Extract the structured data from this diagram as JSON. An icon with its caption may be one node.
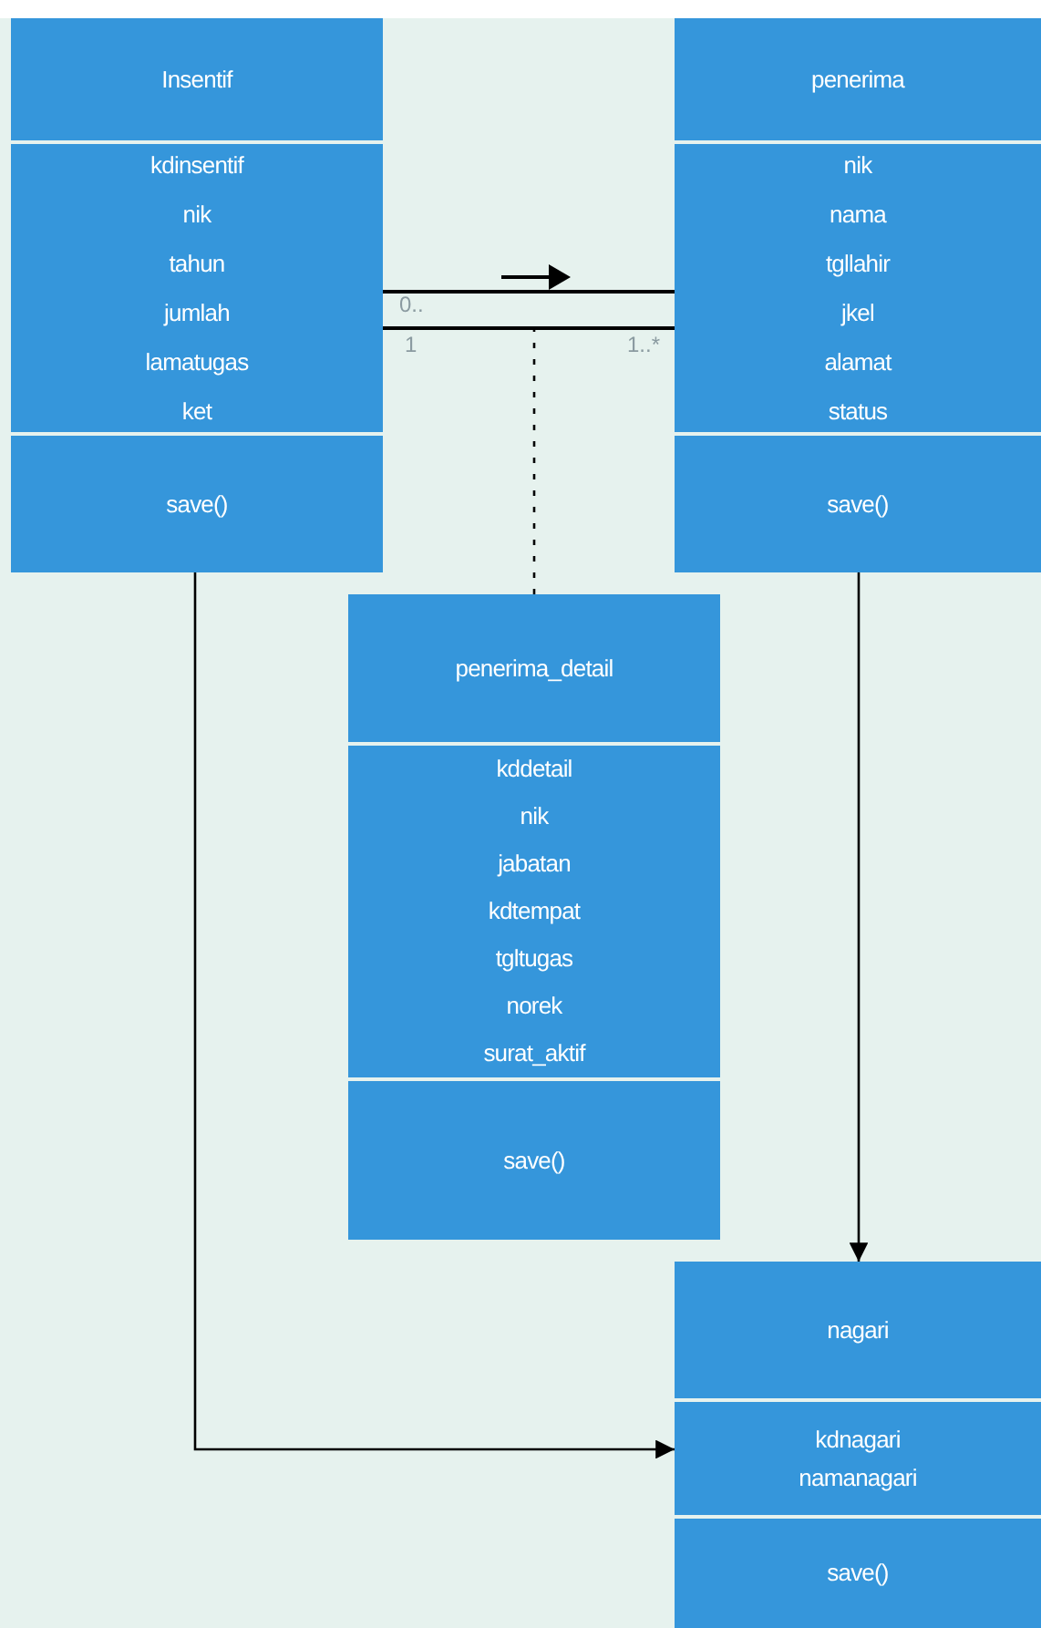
{
  "diagram": {
    "nodes": [
      {
        "text": [
          "Insentif",
          "kdinsentif",
          "nik",
          "tahun",
          "jumlah",
          "lamatugas",
          "ket",
          "save()"
        ]
      },
      {
        "text": [
          "penerima",
          "nik",
          "nama",
          "tgllahir",
          "jkel",
          "alamat",
          "status",
          "save()"
        ]
      },
      {
        "text": [
          "penerima_detail",
          "kddetail",
          "nik",
          "jabatan",
          "kdtempat",
          "tgltugas",
          "norek",
          "surat_aktif",
          "save()"
        ]
      },
      {
        "text": [
          "nagari",
          "kdnagari",
          "namanagari",
          "save()"
        ]
      }
    ],
    "edges": [
      {
        "from": 0,
        "to": 1,
        "arrow": "none"
      },
      {
        "from": 0,
        "to": 1,
        "arrow": "none"
      },
      {
        "from": 2,
        "to": null,
        "arrow": "none",
        "style": "dashed"
      },
      {
        "from": 1,
        "to": 3,
        "arrow": "to"
      },
      {
        "from": 0,
        "to": 3,
        "arrow": "to"
      }
    ],
    "labels": [
      "0..",
      "1",
      "1..*"
    ]
  }
}
